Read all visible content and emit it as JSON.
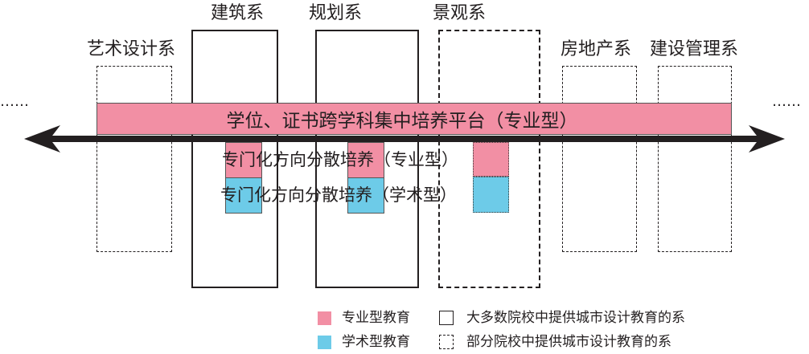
{
  "departments": [
    {
      "name": "艺术设计系",
      "style": "dashed"
    },
    {
      "name": "建筑系",
      "style": "solid"
    },
    {
      "name": "规划系",
      "style": "solid"
    },
    {
      "name": "景观系",
      "style": "dashed"
    },
    {
      "name": "房地产系",
      "style": "dashed"
    },
    {
      "name": "建设管理系",
      "style": "dashed"
    }
  ],
  "platform": "学位、证书跨学科集中培养平台（专业型）",
  "ellipsis_left": "……",
  "ellipsis_right": "……",
  "specialized_professional": "专门化方向分散培养（专业型）",
  "specialized_academic": "专门化方向分散培养（学术型）",
  "legend": {
    "professional": "专业型教育",
    "academic": "学术型教育",
    "most_schools": "大多数院校中提供城市设计教育的系",
    "some_schools": "部分院校中提供城市设计教育的系"
  },
  "colors": {
    "professional": "#f28fa4",
    "academic": "#6dcbe8",
    "line": "#231f20"
  }
}
